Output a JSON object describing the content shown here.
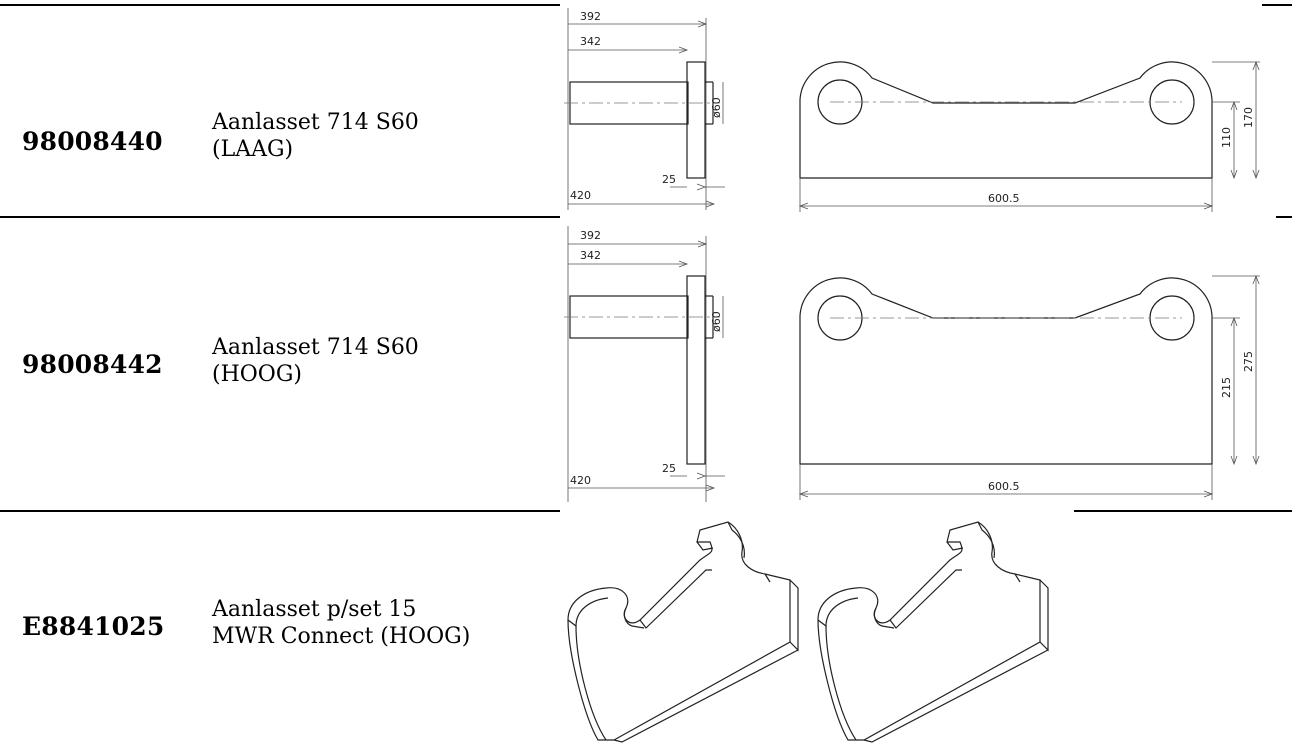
{
  "rows": [
    {
      "code": "98008440",
      "description_lines": [
        "Aanlasset 714 S60",
        "(LAAG)"
      ],
      "dimensions": {
        "d392": "392",
        "d342": "342",
        "d420": "420",
        "d25": "25",
        "diameter": "ø60",
        "length": "600.5",
        "height_low": "110",
        "height_total": "170"
      }
    },
    {
      "code": "98008442",
      "description_lines": [
        "Aanlasset 714 S60",
        "(HOOG)"
      ],
      "dimensions": {
        "d392": "392",
        "d342": "342",
        "d420": "420",
        "d25": "25",
        "diameter": "ø60",
        "length": "600.5",
        "height_low": "215",
        "height_total": "275"
      }
    },
    {
      "code": "E8841025",
      "description_lines": [
        "Aanlasset p/set 15",
        "MWR Connect (HOOG)"
      ]
    }
  ]
}
